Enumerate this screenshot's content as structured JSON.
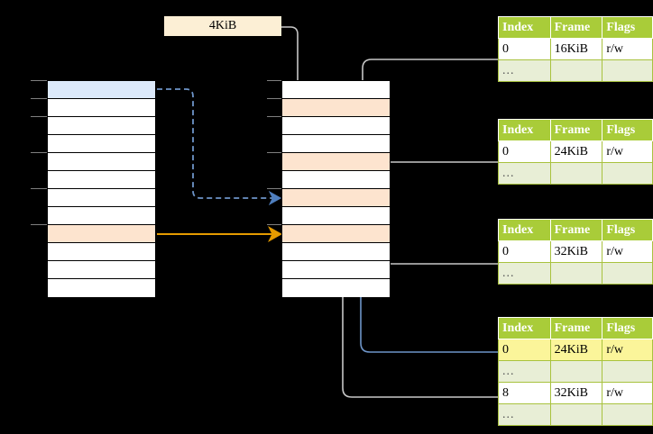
{
  "diagram": {
    "title": "page-table-translation-diagram",
    "size_label": "4KiB",
    "colors": {
      "header_green": "#a9cc39",
      "ellipsis_row": "#e8eed6",
      "highlight_yellow": "#fbf59a",
      "peach_cell": "#fde4cf",
      "blue_cell": "#dce9fa",
      "blue_arrow": "#4f7fbf",
      "orange_arrow": "#e59b00",
      "gray_arrow": "#b0b0b0",
      "size_box_bg": "#fcefd5"
    }
  },
  "left_column": {
    "name": "virtual-address-space",
    "cell_count": 12,
    "cells": [
      {
        "index": 0,
        "fill": "blue"
      },
      {
        "index": 1,
        "fill": "white"
      },
      {
        "index": 2,
        "fill": "white"
      },
      {
        "index": 3,
        "fill": "white"
      },
      {
        "index": 4,
        "fill": "white"
      },
      {
        "index": 5,
        "fill": "white"
      },
      {
        "index": 6,
        "fill": "white"
      },
      {
        "index": 7,
        "fill": "white"
      },
      {
        "index": 8,
        "fill": "peach"
      },
      {
        "index": 9,
        "fill": "white"
      },
      {
        "index": 10,
        "fill": "white"
      },
      {
        "index": 11,
        "fill": "white"
      }
    ]
  },
  "middle_column": {
    "name": "physical-memory",
    "cell_count": 12,
    "cells": [
      {
        "index": 0,
        "fill": "white"
      },
      {
        "index": 1,
        "fill": "peach"
      },
      {
        "index": 2,
        "fill": "white"
      },
      {
        "index": 3,
        "fill": "white"
      },
      {
        "index": 4,
        "fill": "peach"
      },
      {
        "index": 5,
        "fill": "white"
      },
      {
        "index": 6,
        "fill": "peach"
      },
      {
        "index": 7,
        "fill": "white"
      },
      {
        "index": 8,
        "fill": "peach"
      },
      {
        "index": 9,
        "fill": "white"
      },
      {
        "index": 10,
        "fill": "white"
      },
      {
        "index": 11,
        "fill": "white"
      }
    ]
  },
  "tables": [
    {
      "name": "page-table-level-1",
      "headers": [
        "Index",
        "Frame",
        "Flags"
      ],
      "rows": [
        {
          "type": "data",
          "cells": [
            "0",
            "16KiB",
            "r/w"
          ],
          "highlight": [
            false,
            false,
            false
          ]
        },
        {
          "type": "ellipsis",
          "cells": [
            "...",
            "",
            ""
          ],
          "highlight": [
            false,
            false,
            false
          ]
        }
      ]
    },
    {
      "name": "page-table-level-2",
      "headers": [
        "Index",
        "Frame",
        "Flags"
      ],
      "rows": [
        {
          "type": "data",
          "cells": [
            "0",
            "24KiB",
            "r/w"
          ],
          "highlight": [
            false,
            false,
            false
          ]
        },
        {
          "type": "ellipsis",
          "cells": [
            "...",
            "",
            ""
          ],
          "highlight": [
            false,
            false,
            false
          ]
        }
      ]
    },
    {
      "name": "page-table-level-3",
      "headers": [
        "Index",
        "Frame",
        "Flags"
      ],
      "rows": [
        {
          "type": "data",
          "cells": [
            "0",
            "32KiB",
            "r/w"
          ],
          "highlight": [
            false,
            false,
            false
          ]
        },
        {
          "type": "ellipsis",
          "cells": [
            "...",
            "",
            ""
          ],
          "highlight": [
            false,
            false,
            false
          ]
        }
      ]
    },
    {
      "name": "page-table-level-4",
      "headers": [
        "Index",
        "Frame",
        "Flags"
      ],
      "rows": [
        {
          "type": "data",
          "cells": [
            "0",
            "24KiB",
            "r/w"
          ],
          "highlight": [
            true,
            true,
            true
          ]
        },
        {
          "type": "ellipsis",
          "cells": [
            "...",
            "",
            ""
          ],
          "highlight": [
            false,
            false,
            false
          ]
        },
        {
          "type": "data",
          "cells": [
            "8",
            "32KiB",
            "r/w"
          ],
          "highlight": [
            false,
            false,
            false
          ]
        },
        {
          "type": "ellipsis",
          "cells": [
            "...",
            "",
            ""
          ],
          "highlight": [
            false,
            false,
            false
          ]
        }
      ]
    }
  ]
}
